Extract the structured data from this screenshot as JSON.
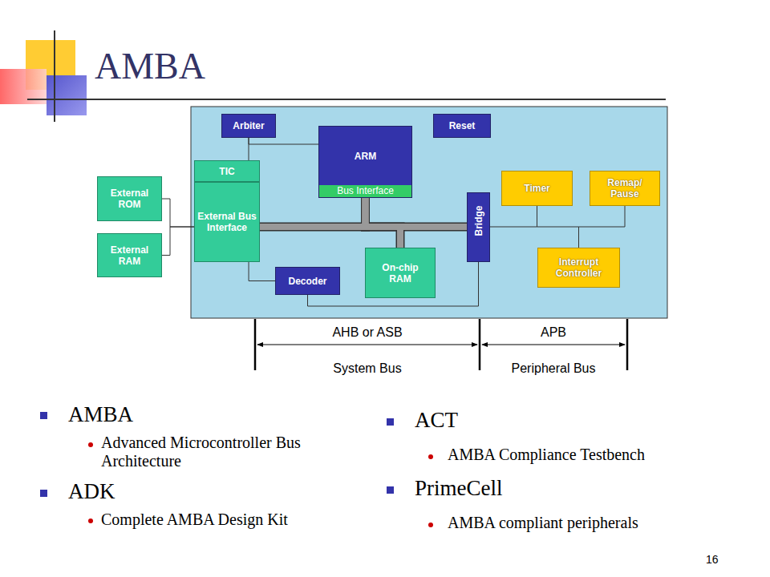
{
  "diagram": {
    "title": "AMBA",
    "nodes": [
      {
        "text": [
          "Arbiter"
        ]
      },
      {
        "text": [
          "Reset"
        ]
      },
      {
        "text": [
          "ARM",
          "Bus Interface"
        ]
      },
      {
        "text": [
          "TIC"
        ]
      },
      {
        "text": [
          "External Bus Interface"
        ]
      },
      {
        "text": [
          "External ROM"
        ]
      },
      {
        "text": [
          "External RAM"
        ]
      },
      {
        "text": [
          "Timer"
        ]
      },
      {
        "text": [
          "Remap/ Pause"
        ]
      },
      {
        "text": [
          "Bridge"
        ]
      },
      {
        "text": [
          "On-chip RAM"
        ]
      },
      {
        "text": [
          "Decoder"
        ]
      },
      {
        "text": [
          "Interrupt Controller"
        ]
      }
    ],
    "edges": [
      {
        "from": 0,
        "to": 2,
        "arrow": "none"
      },
      {
        "from": 0,
        "to": 3,
        "arrow": "none"
      },
      {
        "from": 5,
        "to": 4,
        "arrow": "none"
      },
      {
        "from": 6,
        "to": 4,
        "arrow": "none"
      },
      {
        "from": 2,
        "to": 4,
        "arrow": "none"
      },
      {
        "from": 2,
        "to": 9,
        "arrow": "none"
      },
      {
        "from": 2,
        "to": 10,
        "arrow": "none"
      },
      {
        "from": 4,
        "to": 11,
        "arrow": "none"
      },
      {
        "from": 11,
        "to": 9,
        "arrow": "none"
      },
      {
        "from": 9,
        "to": 7,
        "arrow": "none"
      },
      {
        "from": 7,
        "to": 12,
        "arrow": "none"
      },
      {
        "from": 8,
        "to": 12,
        "arrow": "none"
      }
    ],
    "labels": [
      "AHB or ASB",
      "APB",
      "System Bus",
      "Peripheral Bus",
      "AMBA",
      "Advanced Microcontroller Bus Architecture",
      "ADK",
      "Complete AMBA Design Kit",
      "ACT",
      "AMBA Compliance Testbench",
      "PrimeCell",
      "AMBA compliant peripherals",
      "16"
    ]
  }
}
